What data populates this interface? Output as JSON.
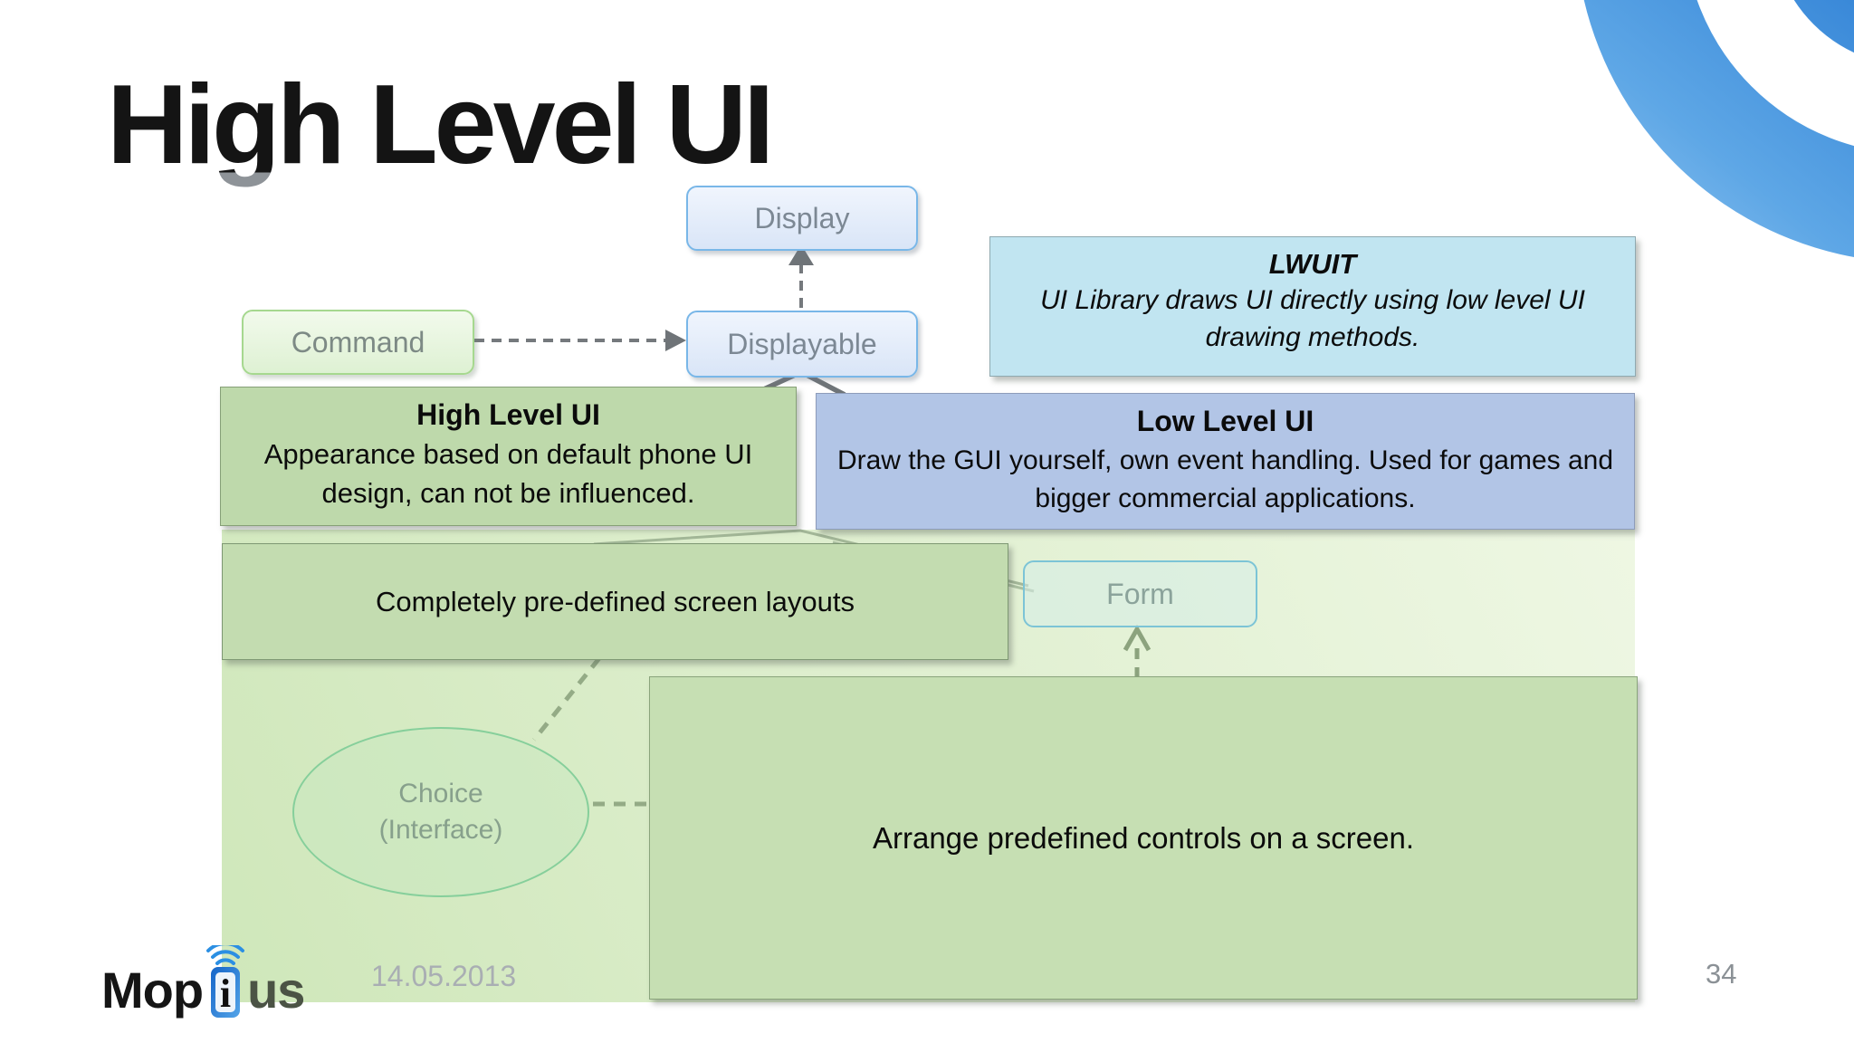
{
  "slide": {
    "title": "High Level UI",
    "page_number": "34",
    "date": "14.05.2013"
  },
  "diagram": {
    "display_label": "Display",
    "displayable_label": "Displayable",
    "command_label": "Command",
    "form_label": "Form",
    "choice_line1": "Choice",
    "choice_line2": "(Interface)"
  },
  "callouts": {
    "lwuit": {
      "title": "LWUIT",
      "body": "UI Library draws UI directly using low level UI drawing methods."
    },
    "high_level": {
      "title": "High Level UI",
      "body": "Appearance based on default phone UI design, can not be influenced."
    },
    "low_level": {
      "title": "Low Level UI",
      "body": "Draw the GUI yourself, own event handling. Used for games and bigger commercial applications."
    },
    "predefined": {
      "body": "Completely pre-defined screen layouts"
    },
    "arrange": {
      "body": "Arrange predefined controls on a screen."
    }
  },
  "footer": {
    "logo_prefix": "Mop",
    "logo_i": "i",
    "logo_suffix": "us",
    "logo_icon": "phone-wifi-icon"
  },
  "colors": {
    "corner_blue_dark": "#2e7fd4",
    "corner_blue_light": "#a8d2f4",
    "node_blue_fill": "#dde9f8",
    "node_blue_border": "#79b7e8",
    "command_green_border": "#a6d88f",
    "lwuit_fill": "#c1e5f1",
    "high_fill": "#bed9ab",
    "low_fill": "#b2c5e6",
    "overlay_green": "#d8ecc6",
    "connector_gray": "#6f7478",
    "connector_green": "#94ab86"
  }
}
